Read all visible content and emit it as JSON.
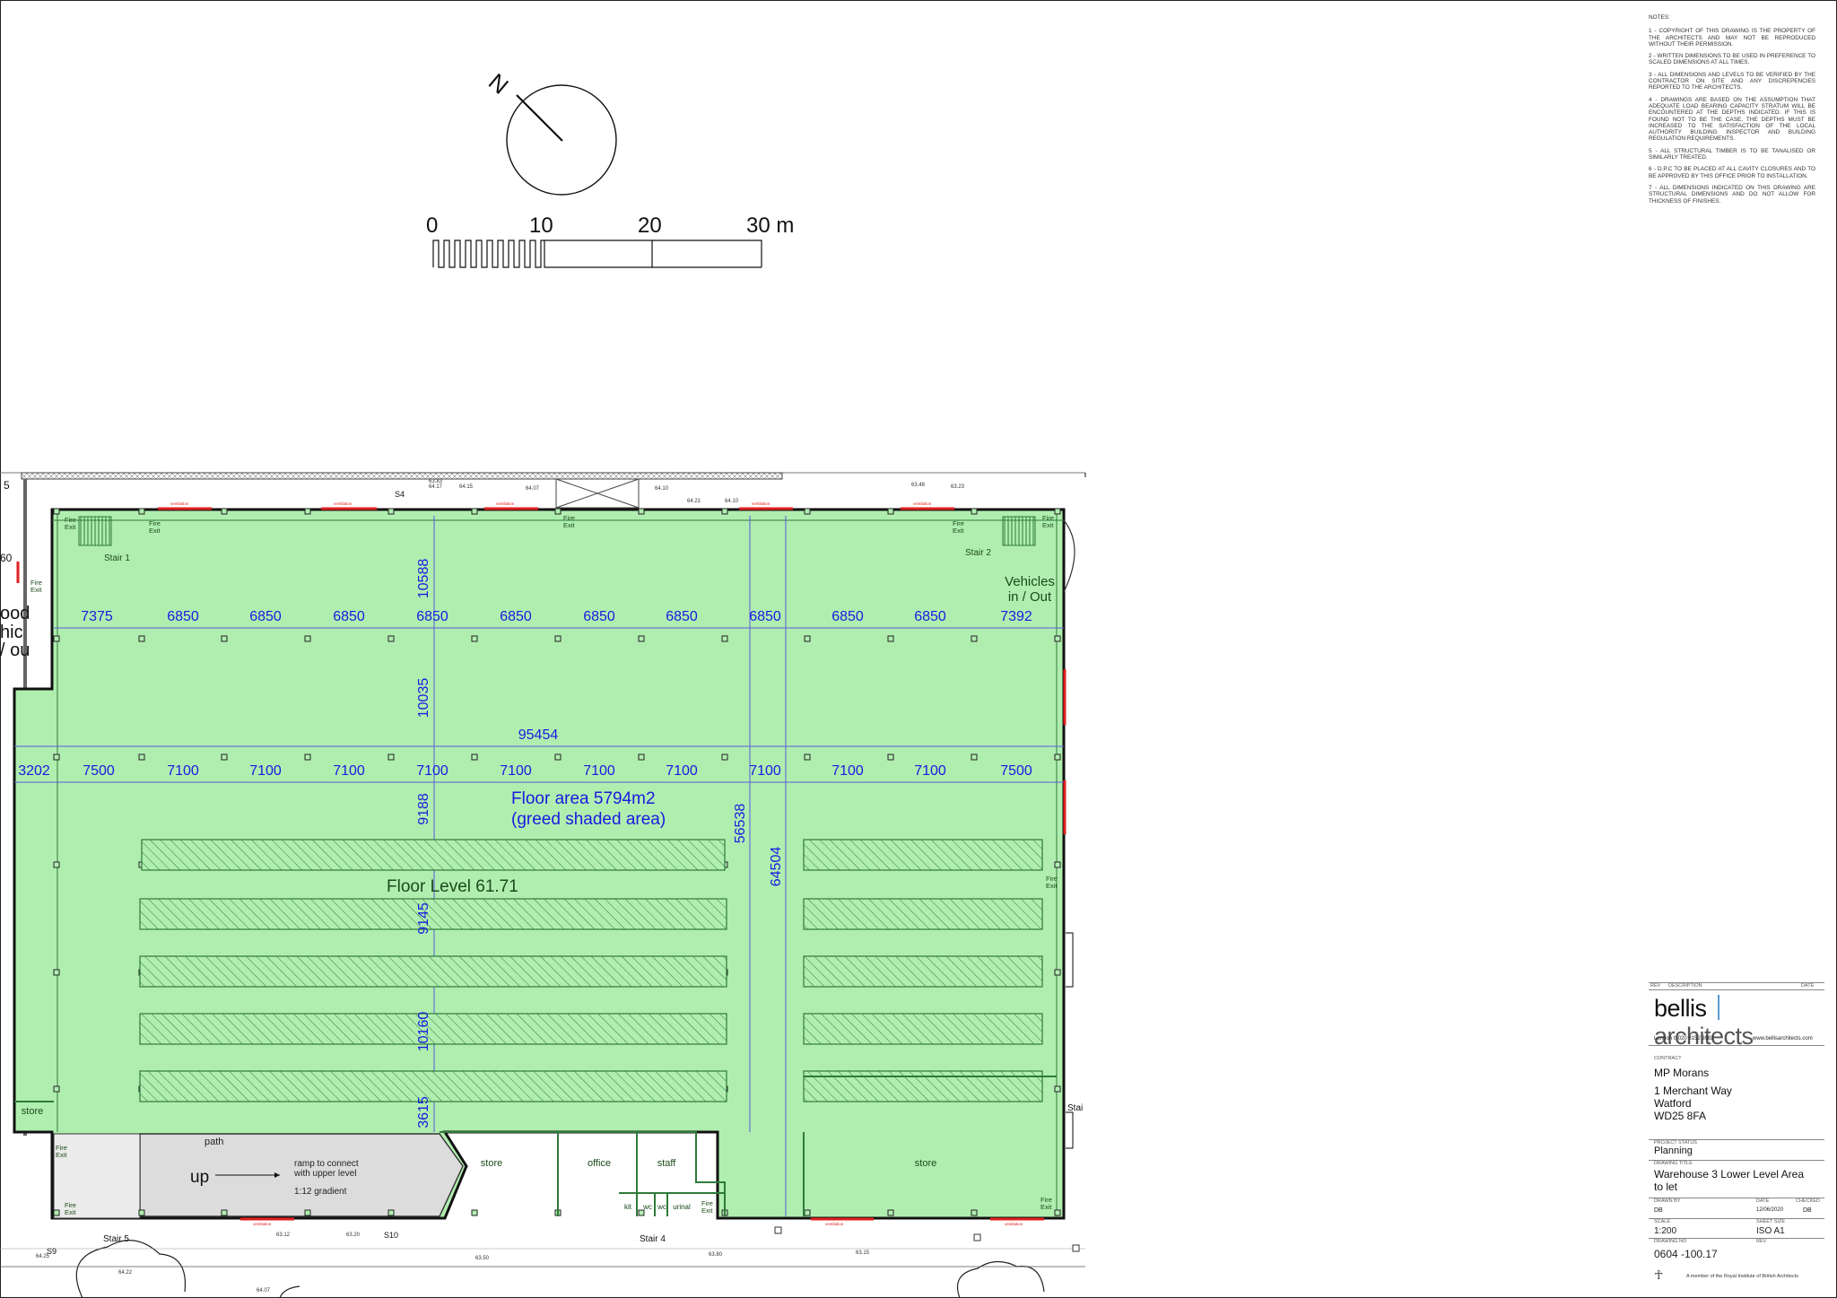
{
  "scale_bar": {
    "labels": [
      "0",
      "10",
      "20",
      "30 m"
    ]
  },
  "north": {
    "label": "N"
  },
  "notes": {
    "heading": "NOTES:",
    "items": [
      "1 - COPYRIGHT OF THIS DRAWING IS THE PROPERTY OF THE ARCHITECTS AND MAY NOT BE REPRODUCED WITHOUT THEIR PERMISSION.",
      "2 - WRITTEN DIMENSIONS TO BE USED IN PREFERENCE TO SCALED DIMENSIONS AT ALL TIMES.",
      "3 - ALL DIMENSIONS AND LEVELS TO BE VERIFIED BY THE CONTRACTOR ON SITE AND ANY DISCREPENCIES REPORTED TO THE ARCHITECTS.",
      "4 - DRAWINGS ARE BASED ON THE ASSUMPTION THAT ADEQUATE LOAD BEARING CAPACITY STRATUM WILL BE ENCOUNTERED AT THE DEPTHS INDICATED. IF THIS IS FOUND NOT TO BE THE CASE, THE DEPTHS MUST BE INCREASED TO THE SATISFACTION OF THE LOCAL AUTHORITY BUILDING INSPECTOR AND BUILDING REGULATION REQUIREMENTS.",
      "5 - ALL STRUCTURAL TIMBER IS TO BE TANALISED OR SIMILARLY TREATED.",
      "6 - D.P.C TO BE PLACED AT ALL CAVITY CLOSURES AND TO BE APPROVED BY THIS OFFICE PRIOR TO INSTALLATION.",
      "7 - ALL DIMENSIONS INDICATED ON THIS DRAWING ARE STRUCTURAL DIMENSIONS AND DO NOT ALLOW FOR THICKNESS OF FINISHES."
    ]
  },
  "plan": {
    "top_dims": [
      "7375",
      "6850",
      "6850",
      "6850",
      "6850",
      "6850",
      "6850",
      "6850",
      "6850",
      "6850",
      "6850",
      "7392"
    ],
    "mid_dims": [
      "3202",
      "7500",
      "7100",
      "7100",
      "7100",
      "7100",
      "7100",
      "7100",
      "7100",
      "7100",
      "7100",
      "7100",
      "7500"
    ],
    "overall_width": "95454",
    "vertical_dims": [
      "10588",
      "10035",
      "9188",
      "9145",
      "10160",
      "3615"
    ],
    "overall_depth_inner": "56538",
    "overall_depth": "64504",
    "floor_area_line1": "Floor area 5794m2",
    "floor_area_line2": "(greed shaded area)",
    "floor_level": "Floor Level 61.71",
    "vehicles_line1": "Vehicles",
    "vehicles_line2": "in / Out",
    "left_fragment": [
      "ood",
      "hic",
      "/ ou"
    ],
    "stair1": "Stair 1",
    "stair2": "Stair 2",
    "stair4": "Stair 4",
    "stair5": "Stair 5",
    "fire_exit": "Fire Exit",
    "fire": "Fire",
    "exit": "Exit",
    "store": "store",
    "office": "office",
    "staff": "staff",
    "kit": "kit",
    "wc": "wc",
    "urinal": "urinal",
    "path": "path",
    "up": "up",
    "ramp_line1": "ramp to connect",
    "ramp_line2": "with upper level",
    "gradient": "1:12 gradient",
    "ventilation": "ventilation",
    "levels_top": [
      "64.17",
      "63.83",
      "64.15",
      "64.07",
      "64.10",
      "64.21",
      "64.10",
      "63.48",
      "63.23"
    ],
    "levels_bottom": [
      "64.25",
      "63.12",
      "63.20",
      "63.50",
      "63.80",
      "63.15",
      "64.22",
      "64.07"
    ],
    "small_marks": [
      "S10",
      "S9",
      "S4"
    ],
    "ref_60": "60",
    "ref_5": "5",
    "ref_stai": "Stai"
  },
  "title_block": {
    "rev_header": "REV",
    "desc_header": "DESCRIPTION",
    "date_header": "DATE",
    "logo_bold": "bellis",
    "logo_light": "architects",
    "london": "London  t: 020 8152 3982",
    "web": "www.bellisarchitects.com",
    "contract_label": "CONTRACT",
    "client": "MP Morans",
    "address1": "1 Merchant Way",
    "address2": "Watford",
    "address3": "WD25 8FA",
    "status_label": "PROJECT STATUS",
    "status": "Planning",
    "title_label": "DRAWING TITLE",
    "title1": "Warehouse 3 Lower Level Area",
    "title2": "to let",
    "drawn_label": "DRAWN BY",
    "drawn": "DB",
    "date_label": "DATE",
    "date": "12/06/2020",
    "checked_label": "CHECKED",
    "checked": "DB",
    "scale_label": "SCALE",
    "scale": "1:200",
    "size_label": "SHEET SIZE",
    "size": "ISO A1",
    "dwgno_label": "DRAWING No",
    "rev_label": "REV",
    "dwgno": "0604   -100.17",
    "riba": "A member of the Royal Institute of British Architects"
  }
}
